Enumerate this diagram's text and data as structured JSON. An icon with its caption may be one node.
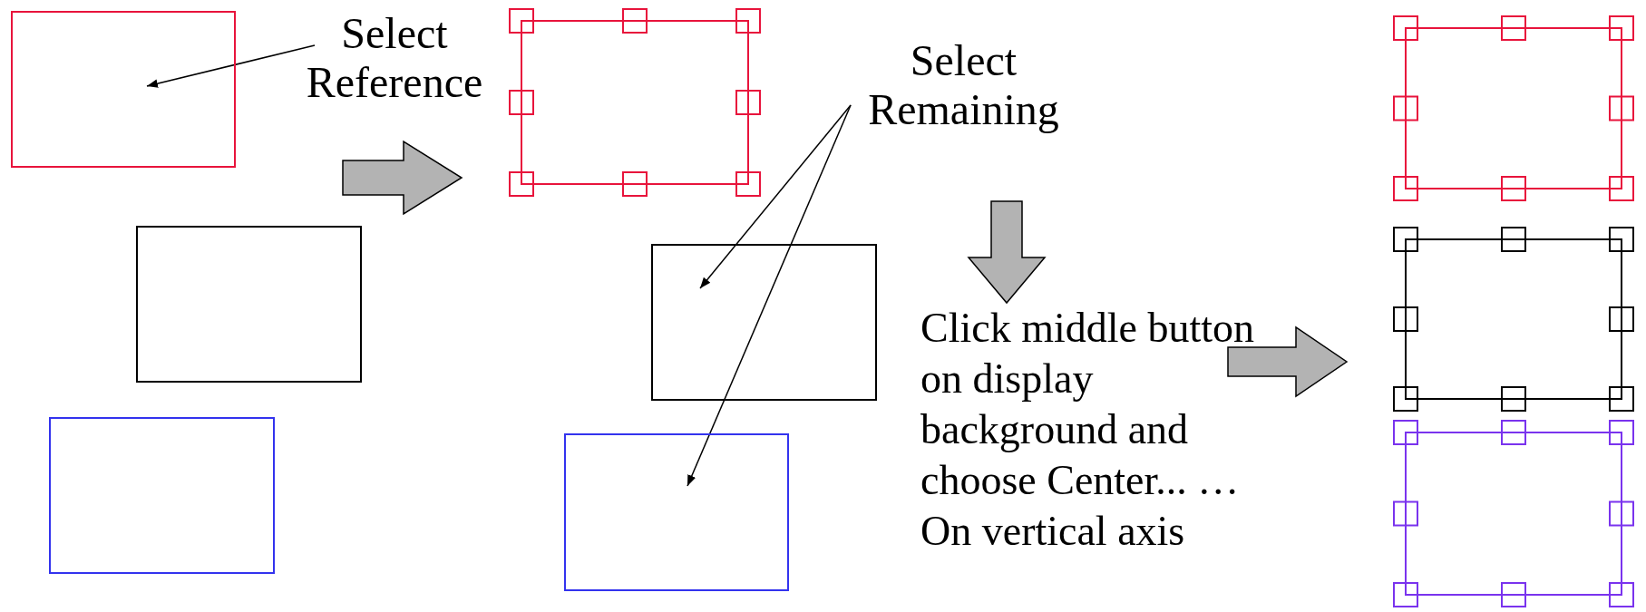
{
  "diagram": {
    "nodes": [
      {
        "text": [],
        "shape": "box"
      },
      {
        "text": [
          "Select Reference"
        ]
      },
      {
        "text": [],
        "shape": "box"
      },
      {
        "text": [
          "Select Remaining"
        ]
      },
      {
        "text": [],
        "shape": "box"
      },
      {
        "text": [],
        "shape": "box"
      },
      {
        "text": [],
        "shape": "box"
      },
      {
        "text": [
          "Click middle button on display background and choose Center... …On vertical axis"
        ]
      },
      {
        "text": [],
        "shape": "box"
      },
      {
        "text": [],
        "shape": "box"
      },
      {
        "text": [],
        "shape": "box"
      },
      {
        "text": [],
        "shape": "box"
      }
    ],
    "edges": [
      {
        "from": 1,
        "to": 0,
        "arrow": "to"
      },
      {
        "from": 3,
        "to": 6,
        "arrow": "to"
      },
      {
        "from": 3,
        "to": 10,
        "arrow": "to"
      },
      {
        "from": null,
        "to": 2,
        "arrow": "to",
        "style": "thick",
        "color": "#b3b3b3"
      },
      {
        "from": null,
        "to": 7,
        "arrow": "to",
        "style": "thick",
        "color": "#b3b3b3"
      },
      {
        "from": 7,
        "to": 8,
        "arrow": "to",
        "style": "thick",
        "color": "#b3b3b3"
      }
    ]
  }
}
